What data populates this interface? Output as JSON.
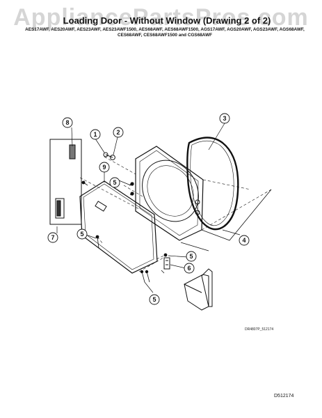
{
  "watermark": "AppliancePartsPros.com",
  "title": "Loading Door - Without Window (Drawing 2 of 2)",
  "models": "AES17AWF, AES20AWF, AES23AWF, AES23AWF1500, AES68AWF, AES68AWF1500, AGS17AWF, AGS20AWF, AGS23AWF, AGS68AWF, CES68AWF, CES68AWF1500 and CGS68AWF",
  "callouts": [
    "1",
    "2",
    "3",
    "4",
    "5",
    "5",
    "5",
    "5",
    "6",
    "7",
    "8",
    "9"
  ],
  "part_ref_small": "DR4807P_512174",
  "diagram_code": "D512174"
}
